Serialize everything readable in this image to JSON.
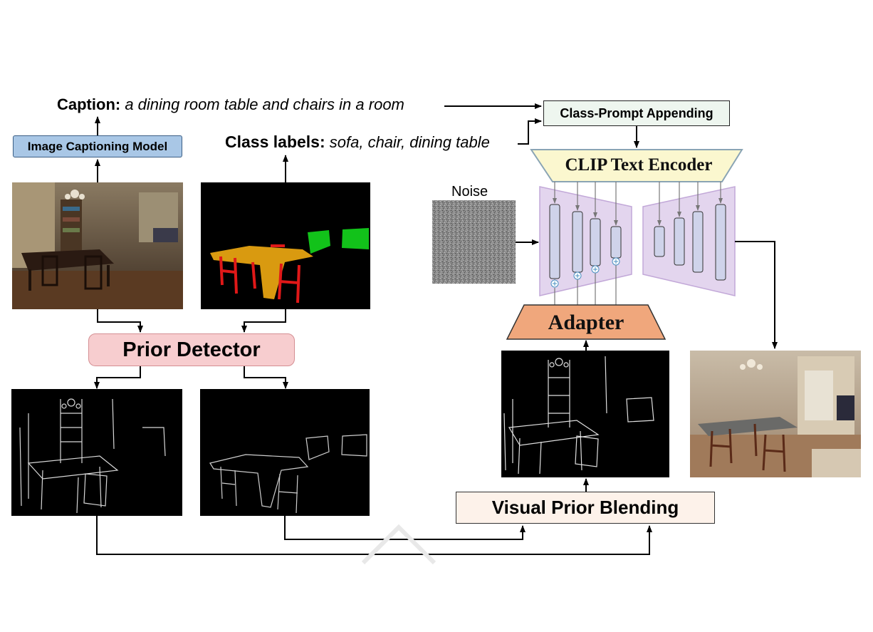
{
  "caption": {
    "key": "Caption:",
    "value": "a dining room table and chairs in a room"
  },
  "class_labels": {
    "key": "Class labels:",
    "value": "sofa, chair, dining table"
  },
  "boxes": {
    "image_captioning": "Image Captioning Model",
    "class_prompt_appending": "Class-Prompt Appending",
    "clip_text_encoder": "CLIP Text Encoder",
    "prior_detector": "Prior Detector",
    "adapter": "Adapter",
    "visual_prior_blending": "Visual Prior Blending"
  },
  "noise_label": "Noise",
  "colors": {
    "captioning_fill": "#a9c7e6",
    "prior_detector_fill": "#f7cdcf",
    "clip_fill": "#fbf7cf",
    "adapter_fill": "#f0a77c",
    "unet_fill": "#e3d5ee",
    "segmentation_table": "#d99a10",
    "segmentation_chair": "#e01818",
    "segmentation_sofa": "#12c21a"
  }
}
